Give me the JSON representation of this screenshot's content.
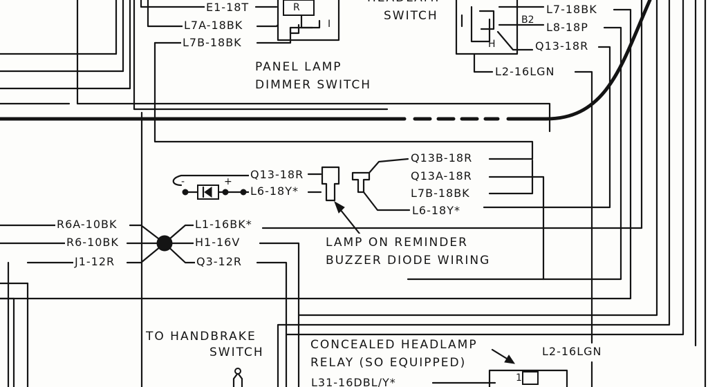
{
  "headlamp_switch": {
    "caption_top": "HEADLAMP",
    "caption_bottom": "SWITCH",
    "wires": [
      "L7-18BK",
      "L8-18P",
      "Q13-18R",
      "L2-16LGN"
    ],
    "terminals": [
      "B2",
      "H"
    ]
  },
  "panel_dimmer": {
    "caption_line1": "PANEL LAMP",
    "caption_line2": "DIMMER SWITCH",
    "wires": [
      "E1-18T",
      "L7A-18BK",
      "L7B-18BK"
    ],
    "terminals": [
      "R",
      "I"
    ]
  },
  "buzzer_diode": {
    "caption_line1": "LAMP ON REMINDER",
    "caption_line2": "BUZZER DIODE WIRING",
    "left_wires": [
      "Q13-18R",
      "L6-18Y*"
    ],
    "right_wires": [
      "Q13B-18R",
      "Q13A-18R",
      "L7B-18BK",
      "L6-18Y*"
    ],
    "polarity_minus": "-",
    "polarity_plus": "+"
  },
  "splice": {
    "left_wires": [
      "R6A-10BK",
      "R6-10BK",
      "J1-12R"
    ],
    "right_wires": [
      "L1-16BK*",
      "H1-16V",
      "Q3-12R"
    ]
  },
  "handbrake": {
    "caption_line1": "TO HANDBRAKE",
    "caption_line2": "SWITCH"
  },
  "concealed_relay": {
    "caption_line1": "CONCEALED HEADLAMP",
    "caption_line2": "RELAY (SO EQUIPPED)",
    "wire_partial": "L31-16DBL/Y*",
    "wire_l2": "L2-16LGN",
    "terminal": "1"
  }
}
